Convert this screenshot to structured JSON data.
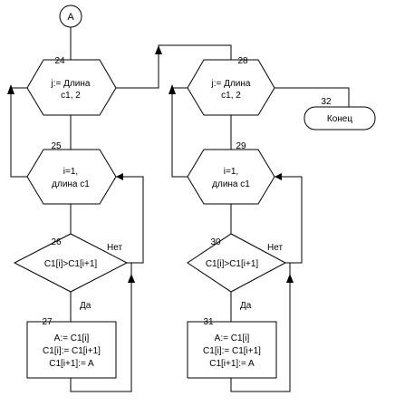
{
  "connector": {
    "label": "A"
  },
  "blocks": {
    "b24": {
      "num": "24",
      "lines": [
        "j:= Длина",
        "с1, 2"
      ]
    },
    "b25": {
      "num": "25",
      "lines": [
        "i=1,",
        "длина с1"
      ]
    },
    "b26": {
      "num": "26",
      "text": "C1[i]>C1[i+1]"
    },
    "b27": {
      "num": "27",
      "lines": [
        "A:= C1[i]",
        "C1[i]:= C1[i+1]",
        "C1[i+1]:= A"
      ]
    },
    "b28": {
      "num": "28",
      "lines": [
        "j:= Длина",
        "с1, 2"
      ]
    },
    "b29": {
      "num": "29",
      "lines": [
        "i=1,",
        "длина с1"
      ]
    },
    "b30": {
      "num": "30",
      "text": "C1[i]>C1[i+1]"
    },
    "b31": {
      "num": "31",
      "lines": [
        "A:= C1[i]",
        "C1[i]:= C1[i+1]",
        "C1[i+1]:= A"
      ]
    },
    "b32": {
      "num": "32",
      "text": "Конец"
    }
  },
  "edge_labels": {
    "no_left": "Нет",
    "yes_left": "Да",
    "no_right": "Нет",
    "yes_right": "Да"
  }
}
